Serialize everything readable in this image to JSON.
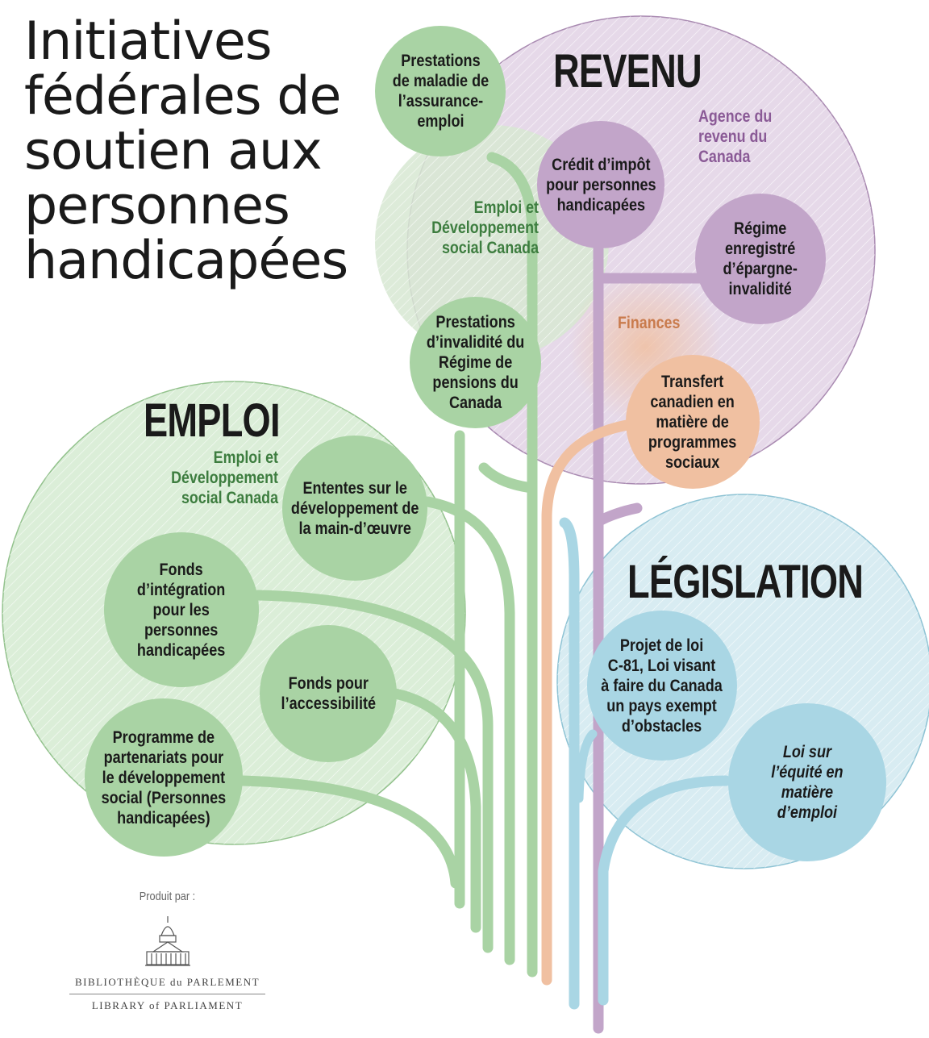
{
  "title": [
    "Initiatives",
    "fédérales de",
    "soutien aux",
    "personnes",
    "handicapées"
  ],
  "groups": {
    "revenu": {
      "label": "REVENU",
      "color": "#c2a5c9"
    },
    "emploi": {
      "label": "EMPLOI",
      "color": "#a9d3a4"
    },
    "legislation": {
      "label": "LÉGISLATION",
      "color": "#a9d6e4"
    }
  },
  "departments": {
    "cra": [
      "Agence du",
      "revenu du",
      "Canada"
    ],
    "esdc_top": [
      "Emploi et",
      "Développement",
      "social Canada"
    ],
    "esdc_emploi": [
      "Emploi et",
      "Développement",
      "social Canada"
    ],
    "finances": "Finances"
  },
  "nodes": {
    "ei_sickness": [
      "Prestations",
      "de maladie de",
      "l’assurance-",
      "emploi"
    ],
    "dtc": [
      "Crédit d’impôt",
      "pour personnes",
      "handicapées"
    ],
    "rdsp": [
      "Régime",
      "enregistré",
      "d’épargne-",
      "invalidité"
    ],
    "cpp_disability": [
      "Prestations",
      "d’invalidité du",
      "Régime de",
      "pensions du",
      "Canada"
    ],
    "cst": [
      "Transfert",
      "canadien en",
      "matière de",
      "programmes",
      "sociaux"
    ],
    "lmda": [
      "Ententes sur le",
      "développement de",
      "la main-d’œuvre"
    ],
    "oaf": [
      "Fonds",
      "d’intégration",
      "pour les",
      "personnes",
      "handicapées"
    ],
    "eaf": [
      "Fonds pour",
      "l’accessibilité"
    ],
    "sdpp": [
      "Programme de",
      "partenariats pour",
      "le développement",
      "social (Personnes",
      "handicapées)"
    ],
    "c81": [
      "Projet de loi",
      "C-81, Loi visant",
      "à faire du Canada",
      "un pays exempt",
      "d’obstacles"
    ],
    "eea": [
      "Loi sur",
      "l’équité en",
      "matière",
      "d’emploi"
    ]
  },
  "colors": {
    "green": "#a9d3a4",
    "green_dept_text": "#3d7d3f",
    "purple": "#c2a5c9",
    "purple_dept_text": "#8a5a96",
    "orange": "#f0c0a1",
    "orange_dept_text": "#c97b4d",
    "blue": "#a9d6e4"
  },
  "producer": {
    "label": "Produit par :",
    "name_fr": "BIBLIOTHÈQUE du PARLEMENT",
    "name_en": "LIBRARY of PARLIAMENT"
  }
}
